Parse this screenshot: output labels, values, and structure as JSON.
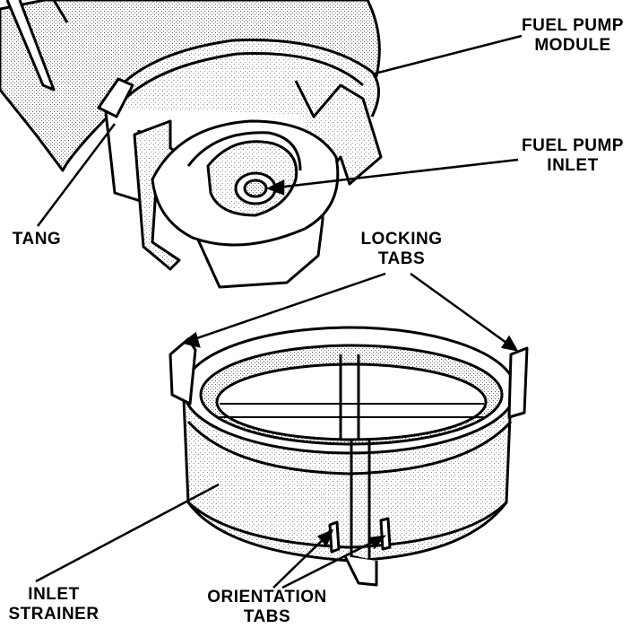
{
  "labels": {
    "fuel_pump_module": [
      "FUEL PUMP",
      "MODULE"
    ],
    "fuel_pump_inlet": [
      "FUEL PUMP",
      "INLET"
    ],
    "tang": "TANG",
    "locking_tabs": [
      "LOCKING",
      "TABS"
    ],
    "inlet_strainer": [
      "INLET",
      "STRAINER"
    ],
    "orientation_tabs": [
      "ORIENTATION",
      "TABS"
    ]
  },
  "colors": {
    "ink": "#000000",
    "paper": "#ffffff",
    "stipple": "#9a9a9a"
  }
}
